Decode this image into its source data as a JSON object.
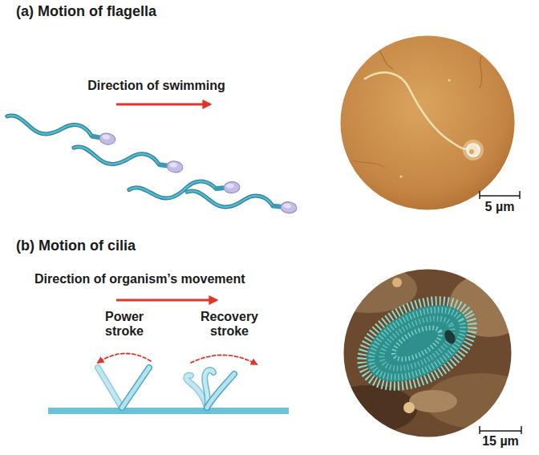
{
  "diagram": {
    "labels": [
      "(a) Motion of flagella",
      "Direction of swimming",
      "5 µm",
      "(b) Motion of cilia",
      "Direction of organism’s movement",
      "Power stroke",
      "Recovery stroke",
      "15 µm"
    ]
  }
}
